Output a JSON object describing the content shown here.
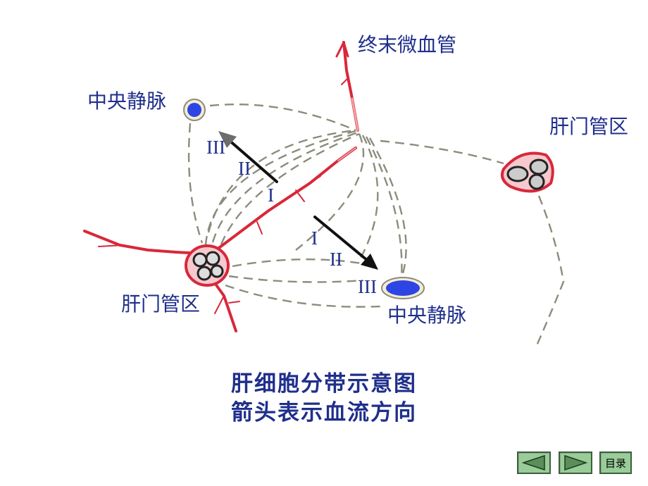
{
  "labels": {
    "terminal_capillary": "终末微血管",
    "central_vein_top": "中央静脉",
    "central_vein_bottom": "中央静脉",
    "portal_area_right": "肝门管区",
    "portal_area_left": "肝门管区"
  },
  "zones": {
    "upper": [
      "III",
      "II",
      "I"
    ],
    "lower": [
      "I",
      "II",
      "III"
    ]
  },
  "caption": {
    "line1": "肝细胞分带示意图",
    "line2": "箭头表示血流方向"
  },
  "nav": {
    "prev_icon": "triangle-left-icon",
    "next_icon": "triangle-right-icon",
    "menu_label": "目录"
  },
  "colors": {
    "text": "#1f2f8c",
    "vessel": "#d8283a",
    "vein": "#2e45e6",
    "nav_bg": "#99cc99"
  }
}
